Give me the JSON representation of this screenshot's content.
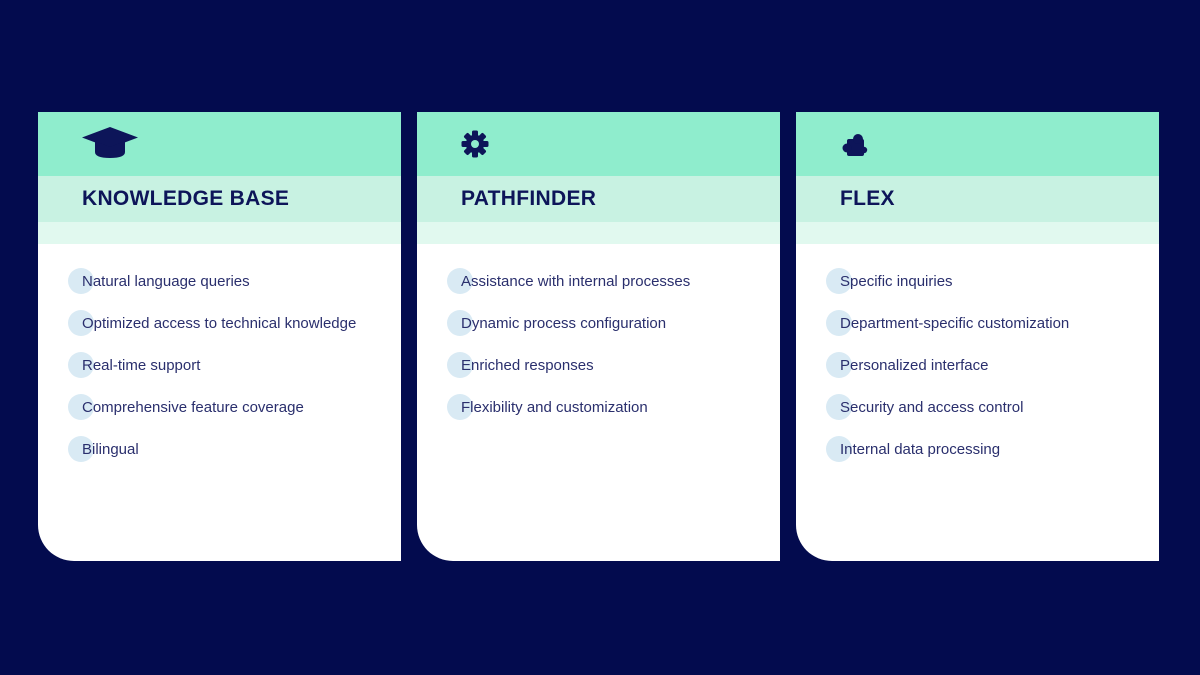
{
  "colors": {
    "background": "#030b4e",
    "band1": "#8fedcd",
    "band2": "#c8f2e2",
    "band3": "#e1f9ef",
    "ink": "#0d1559",
    "text": "#2a2f6d",
    "bullet": "#d9eaf4",
    "card_body": "#ffffff"
  },
  "cards": [
    {
      "icon": "graduation-cap-icon",
      "title": "KNOWLEDGE BASE",
      "items": [
        "Natural language queries",
        "Optimized access to technical knowledge",
        "Real-time support",
        "Comprehensive feature coverage",
        "Bilingual"
      ]
    },
    {
      "icon": "gear-icon",
      "title": "PATHFINDER",
      "items": [
        "Assistance with internal processes",
        "Dynamic process configuration",
        "Enriched responses",
        "Flexibility and customization"
      ]
    },
    {
      "icon": "puzzle-piece-icon",
      "title": "FLEX",
      "items": [
        "Specific inquiries",
        "Department-specific customization",
        "Personalized interface",
        "Security and access control",
        "Internal data processing"
      ]
    }
  ]
}
